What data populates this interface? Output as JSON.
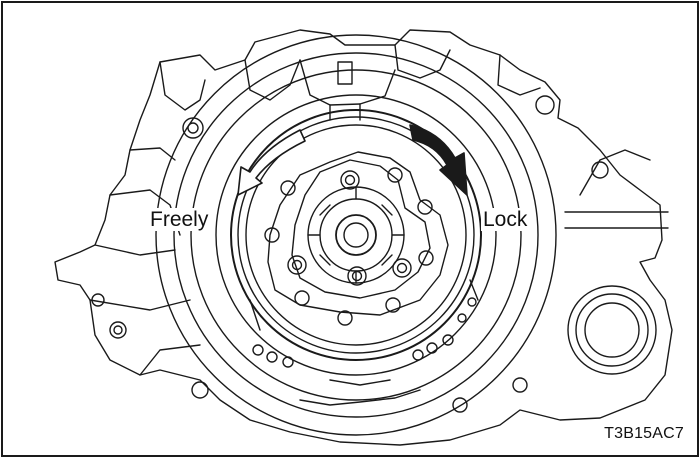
{
  "figure": {
    "labels": {
      "freely": "Freely",
      "lock": "Lock"
    },
    "figure_code": "T3B15AC7"
  },
  "colors": {
    "line": "#1a1a1a",
    "background": "#ffffff",
    "freely_arrow_fill": "#ffffff",
    "lock_arrow_fill": "#1a1a1a"
  },
  "icons": {
    "freely_arrow": "curved-arrow-counterclockwise-outline",
    "lock_arrow": "curved-arrow-clockwise-solid"
  }
}
